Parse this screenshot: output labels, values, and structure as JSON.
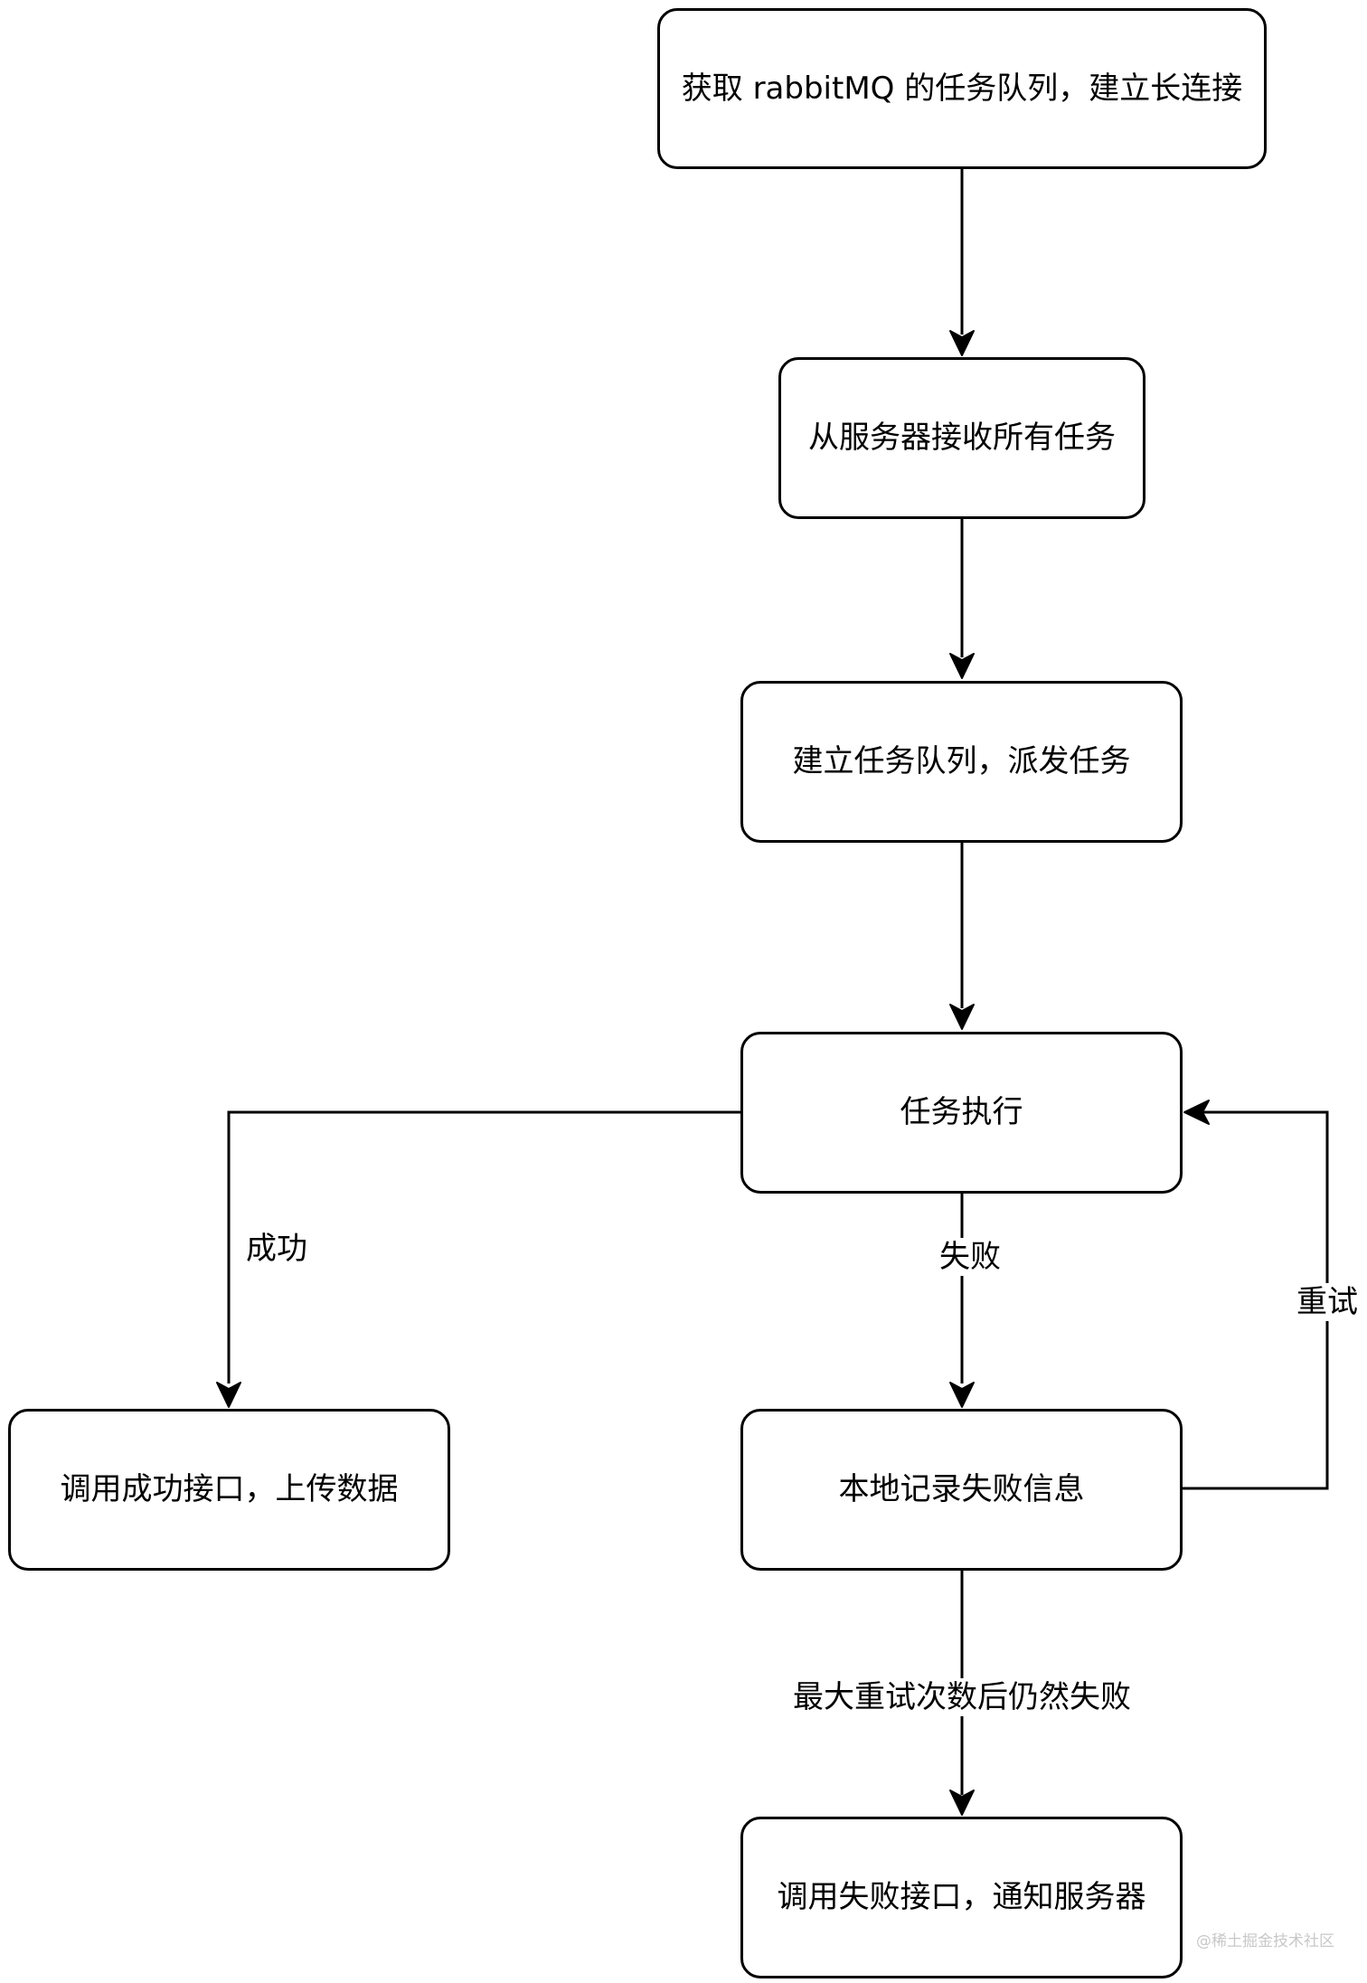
{
  "nodes": {
    "get_queue": "获取 rabbitMQ 的任务队列，建立长连接",
    "receive_tasks": "从服务器接收所有任务",
    "build_queue": "建立任务队列，派发任务",
    "execute": "任务执行",
    "success_api": "调用成功接口，上传数据",
    "record_failure": "本地记录失败信息",
    "fail_api": "调用失败接口，通知服务器"
  },
  "edges": {
    "success": "成功",
    "failure": "失败",
    "retry": "重试",
    "max_retry_failed": "最大重试次数后仍然失败"
  },
  "watermark": "@稀土掘金技术社区"
}
